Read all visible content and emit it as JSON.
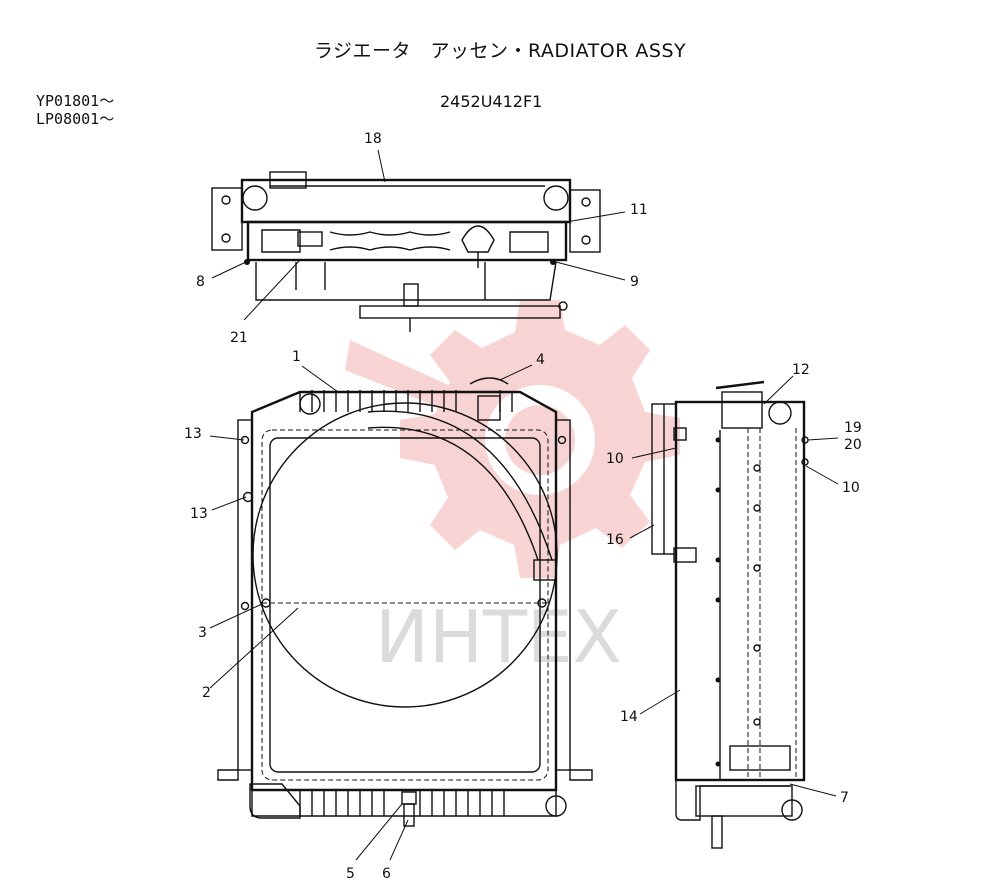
{
  "header": {
    "title": "ラジエータ　アッセン・RADIATOR ASSY",
    "serials": [
      "YP01801〜",
      "LP08001〜"
    ],
    "part_number": "2452U412F1"
  },
  "callouts": [
    {
      "id": "c18",
      "text": "18"
    },
    {
      "id": "c11",
      "text": "11"
    },
    {
      "id": "c8",
      "text": "8"
    },
    {
      "id": "c9",
      "text": "9"
    },
    {
      "id": "c21",
      "text": "21"
    },
    {
      "id": "c1",
      "text": "1"
    },
    {
      "id": "c4",
      "text": "4"
    },
    {
      "id": "c12",
      "text": "12"
    },
    {
      "id": "c13a",
      "text": "13"
    },
    {
      "id": "c13b",
      "text": "13"
    },
    {
      "id": "c10a",
      "text": "10"
    },
    {
      "id": "c19",
      "text": "19"
    },
    {
      "id": "c20",
      "text": "20"
    },
    {
      "id": "c10b",
      "text": "10"
    },
    {
      "id": "c16",
      "text": "16"
    },
    {
      "id": "c3",
      "text": "3"
    },
    {
      "id": "c2",
      "text": "2"
    },
    {
      "id": "c14",
      "text": "14"
    },
    {
      "id": "c7",
      "text": "7"
    },
    {
      "id": "c5",
      "text": "5"
    },
    {
      "id": "c6",
      "text": "6"
    }
  ],
  "watermark": {
    "text": "ИНТЕХ",
    "color": "#e23b3b"
  }
}
